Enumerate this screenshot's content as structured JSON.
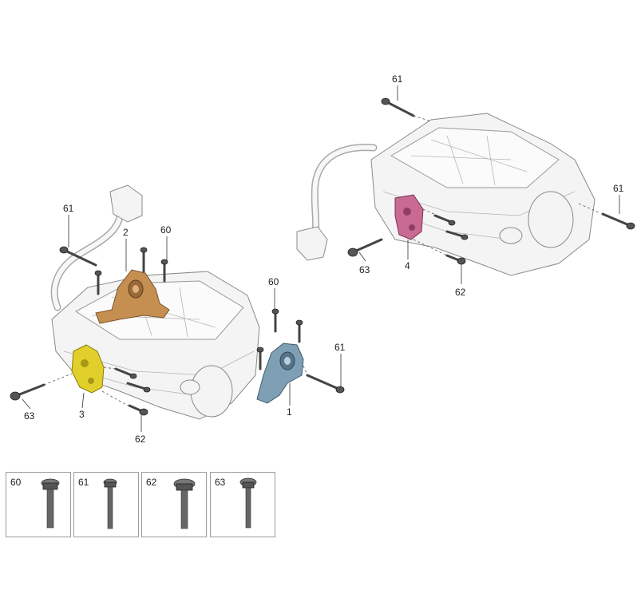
{
  "callouts": {
    "p1": "1",
    "p2": "2",
    "p3": "3",
    "p4": "4",
    "b60a": "60",
    "b60b": "60",
    "b61a": "61",
    "b61b": "61",
    "b61c": "61",
    "b61d": "61",
    "b62a": "62",
    "b62b": "62",
    "b63a": "63",
    "b63b": "63"
  },
  "legend": [
    {
      "label": "60"
    },
    {
      "label": "61"
    },
    {
      "label": "62"
    },
    {
      "label": "63"
    }
  ],
  "colors": {
    "mount_1": "#7f9fb5",
    "mount_2": "#c58f52",
    "mount_3": "#e1cf2c",
    "mount_4": "#c96a93"
  }
}
